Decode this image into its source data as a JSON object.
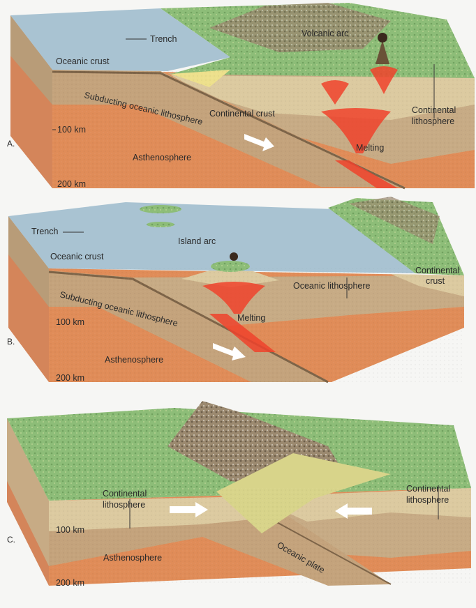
{
  "panels": [
    {
      "letter": "A.",
      "labels": {
        "trench": "Trench",
        "oceanic_crust": "Oceanic crust",
        "volcanic_arc": "Volcanic arc",
        "continental_crust": "Continental crust",
        "continental_lithosphere_1": "Continental",
        "continental_lithosphere_2": "lithosphere",
        "subducting": "Subducting oceanic lithosphere",
        "depth_100": "100 km",
        "depth_200": "200 km",
        "asthenosphere": "Asthenosphere",
        "melting": "Melting"
      }
    },
    {
      "letter": "B.",
      "labels": {
        "trench": "Trench",
        "island_arc": "Island arc",
        "oceanic_crust": "Oceanic crust",
        "continental_crust_1": "Continental",
        "continental_crust_2": "crust",
        "oceanic_lithosphere": "Oceanic lithosphere",
        "subducting": "Subducting oceanic lithosphere",
        "melting": "Melting",
        "depth_100": "100 km",
        "depth_200": "200 km",
        "asthenosphere": "Asthenosphere"
      }
    },
    {
      "letter": "C.",
      "labels": {
        "continental_lithosphere_left_1": "Continental",
        "continental_lithosphere_left_2": "lithosphere",
        "continental_lithosphere_right_1": "Continental",
        "continental_lithosphere_right_2": "lithosphere",
        "depth_100": "100 km",
        "depth_200": "200 km",
        "asthenosphere": "Asthenosphere",
        "oceanic_plate": "Oceanic plate"
      }
    }
  ],
  "colors": {
    "water": "#a9c3d2",
    "land": "#8dbd78",
    "mountain": "#8a7a62",
    "crust": "#dccaa0",
    "lithosphere": "#c7ab85",
    "asthenosphere": "#e08c58",
    "melt": "#f0432c"
  }
}
